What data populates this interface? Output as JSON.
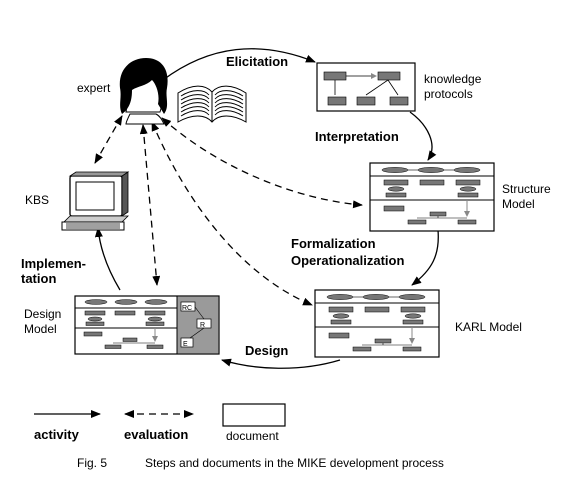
{
  "activities": {
    "elicitation": "Elicitation",
    "interpretation": "Interpretation",
    "formalization_1": "Formalization",
    "formalization_2": "Operationalization",
    "design": "Design",
    "implementation_1": "Implemen-",
    "implementation_2": "tation"
  },
  "actors": {
    "expert": "expert",
    "kbs": "KBS"
  },
  "documents": {
    "knowledge_protocols_1": "knowledge",
    "knowledge_protocols_2": "protocols",
    "structure_model_1": "Structure",
    "structure_model_2": "Model",
    "karl_model": "KARL Model",
    "design_model_1": "Design",
    "design_model_2": "Model"
  },
  "design_tags": {
    "rc": "RC",
    "r": "R",
    "e": "E"
  },
  "legend": {
    "activity": "activity",
    "evaluation": "evaluation",
    "document": "document"
  },
  "caption": {
    "label": "Fig. 5",
    "text": "Steps and documents in the MIKE development process"
  }
}
